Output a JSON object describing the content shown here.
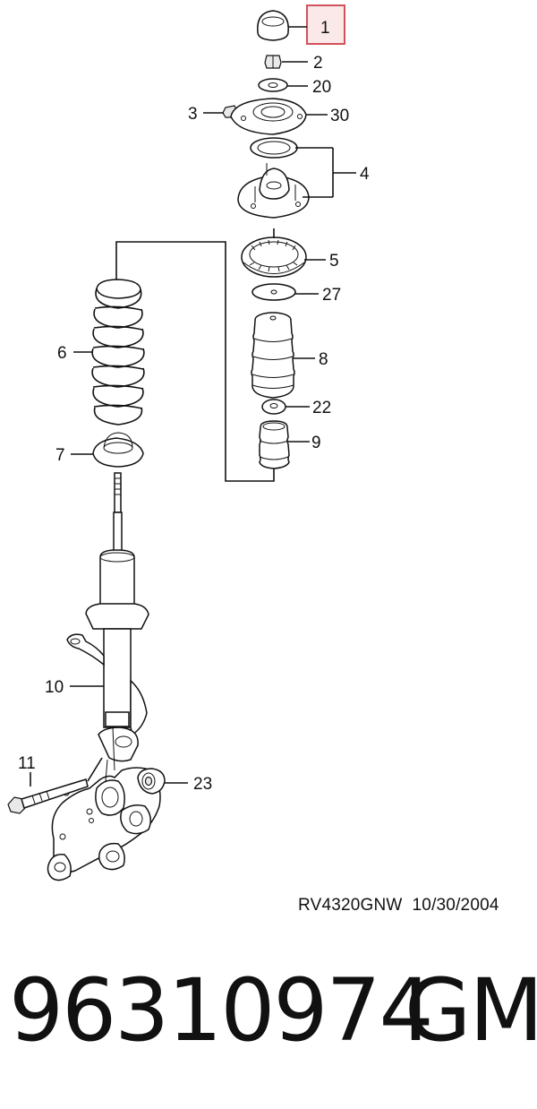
{
  "diagram": {
    "callouts": {
      "c1": "1",
      "c2": "2",
      "c3": "3",
      "c4": "4",
      "c5": "5",
      "c6": "6",
      "c7": "7",
      "c8": "8",
      "c9": "9",
      "c10": "10",
      "c11": "11",
      "c20": "20",
      "c22": "22",
      "c23": "23",
      "c27": "27",
      "c30": "30"
    },
    "highlighted_callout": "1",
    "highlight_color": "#d0525a"
  },
  "footer": {
    "code": "RV4320GNW",
    "date": "10/30/2004"
  },
  "part": {
    "number": "96310974",
    "brand": "GM"
  }
}
